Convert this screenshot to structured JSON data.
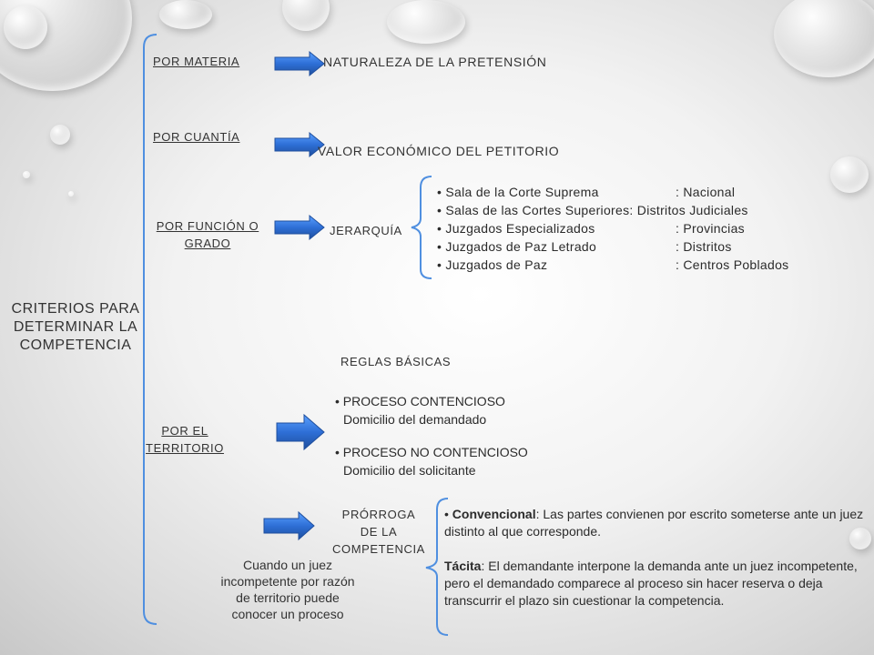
{
  "title": "CRITERIOS PARA DETERMINAR LA COMPETENCIA",
  "criteria": {
    "materia": {
      "label": "POR MATERIA",
      "result": "NATURALEZA DE LA PRETENSIÓN"
    },
    "cuantia": {
      "label": "POR CUANTÍA",
      "result": "VALOR ECONÓMICO DEL PETITORIO"
    },
    "funcion": {
      "label_line1": "POR FUNCIÓN O",
      "label_line2": "GRADO",
      "result": "JERARQUÍA",
      "hierarchy": [
        {
          "court": "Sala de la Corte Suprema",
          "scope": ": Nacional"
        },
        {
          "court": "Salas de las Cortes Superiores",
          "scope": ": Distritos Judiciales"
        },
        {
          "court": "Juzgados Especializados",
          "scope": ": Provincias"
        },
        {
          "court": "Juzgados de Paz Letrado",
          "scope": ": Distritos"
        },
        {
          "court": "Juzgados de Paz",
          "scope": ": Centros Poblados"
        }
      ]
    },
    "territorio": {
      "label_line1": "POR EL",
      "label_line2": "TERRITORIO",
      "rules_title": "REGLAS BÁSICAS",
      "rules": [
        {
          "title": "PROCESO CONTENCIOSO",
          "detail": "Domicilio del demandado"
        },
        {
          "title": "PROCESO NO CONTENCIOSO",
          "detail": "Domicilio del solicitante"
        }
      ]
    },
    "prorroga": {
      "label_line1": "PRÓRROGA",
      "label_line2": "DE LA",
      "label_line3": "COMPETENCIA",
      "description": "Cuando un juez incompetente por razón de territorio puede conocer un proceso",
      "types": [
        {
          "name": "Convencional",
          "text": ": Las partes convienen por escrito someterse ante un juez distinto al que corresponde."
        },
        {
          "name": "Tácita",
          "text": ": El demandante interpone la demanda ante un juez incompetente, pero el demandado  comparece al proceso sin hacer reserva o deja transcurrir el plazo sin cuestionar la competencia."
        }
      ]
    }
  },
  "colors": {
    "arrow": "#2e6fd6",
    "arrow_dark": "#1f4f9e",
    "bracket": "#4f8fe0"
  }
}
